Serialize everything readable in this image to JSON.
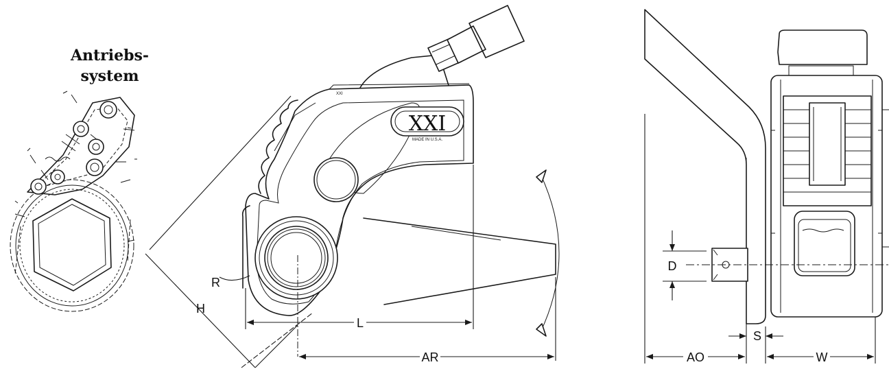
{
  "drive_system": {
    "title_line1": "Antriebs-",
    "title_line2": "system"
  },
  "side_view": {
    "logo_text": "XXI",
    "logo_subtext": "MADE IN U.S.A.",
    "dimensions": {
      "R": "R",
      "H": "H",
      "L": "L",
      "AR": "AR"
    }
  },
  "front_view": {
    "dimensions": {
      "D": "D",
      "S": "S",
      "AO": "AO",
      "W": "W"
    }
  }
}
